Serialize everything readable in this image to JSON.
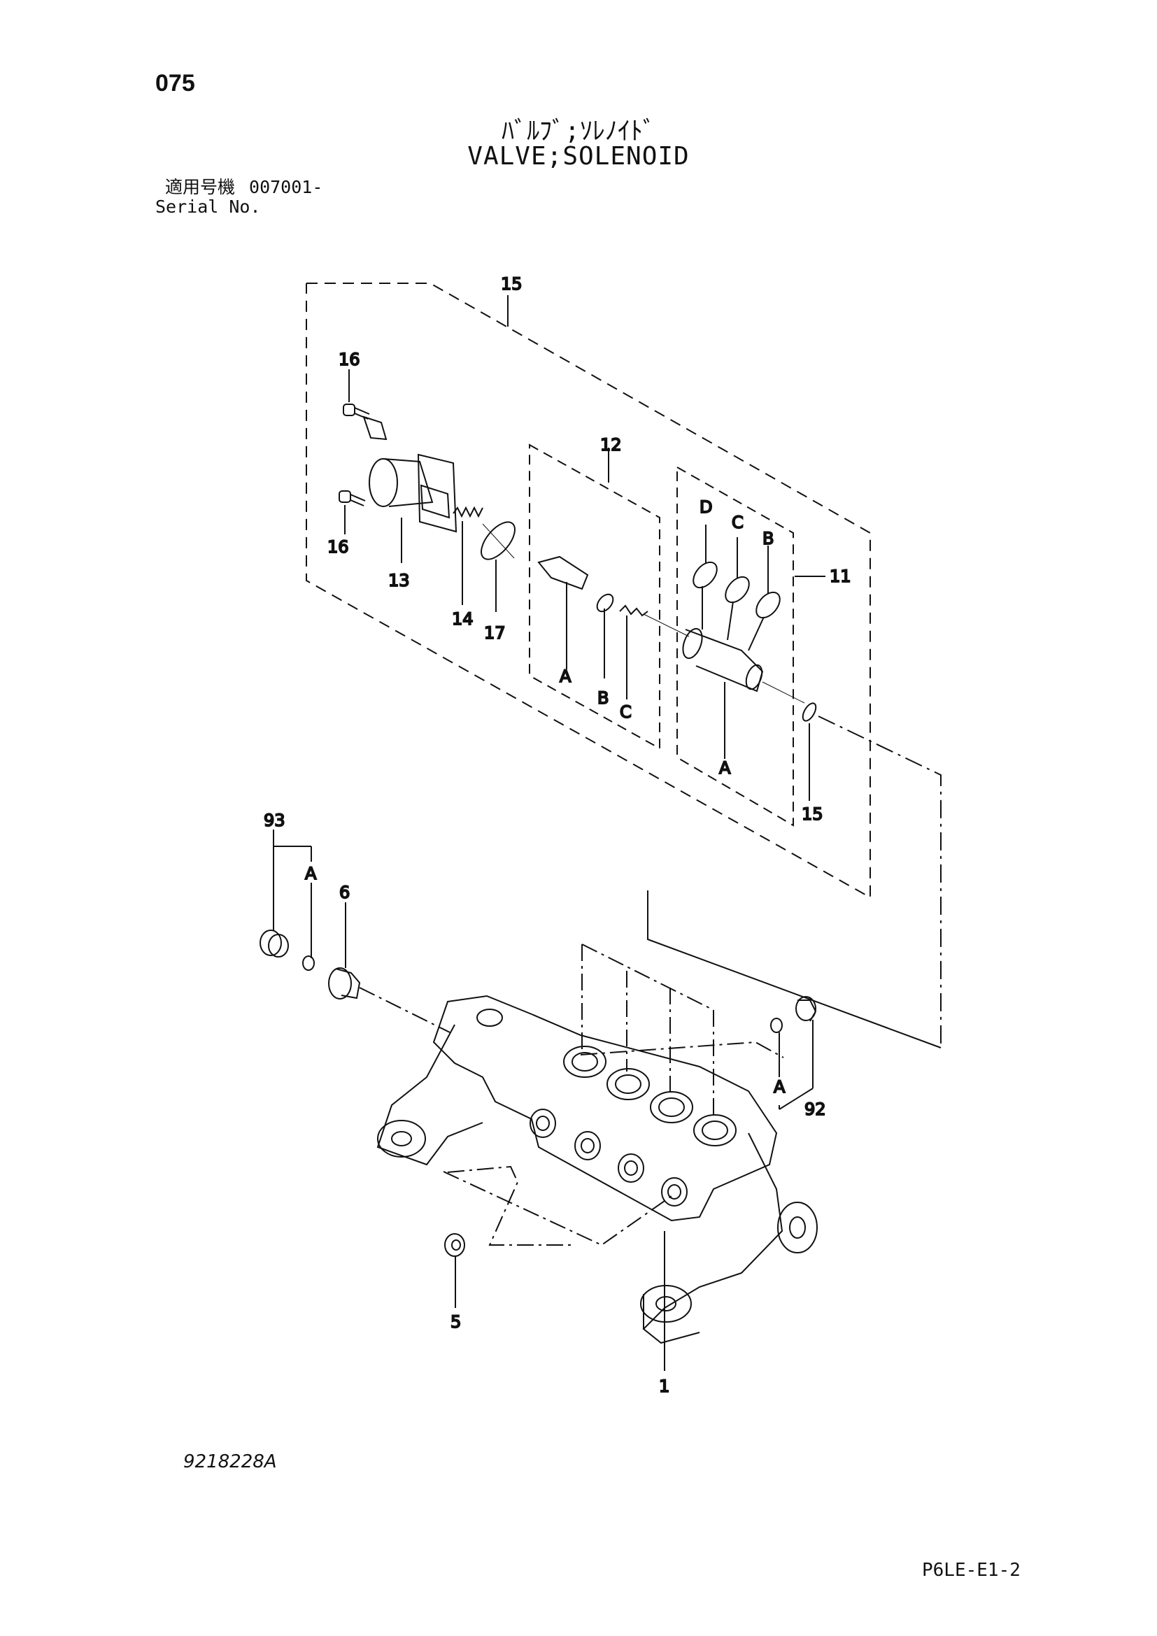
{
  "header": {
    "page_number": "075",
    "title_jp": "ﾊﾞﾙﾌﾞ;ｿﾚﾉｲﾄﾞ",
    "title_en": "VALVE;SOLENOID",
    "serial_label_jp": "適用号機",
    "serial_value": "007001-",
    "serial_label_en": "Serial No."
  },
  "callouts": {
    "p15_top": "15",
    "p16_top": "16",
    "p16_bottom": "16",
    "p13": "13",
    "p14": "14",
    "p17": "17",
    "p12": "12",
    "p12_a": "A",
    "p12_b": "B",
    "p12_c": "C",
    "p11": "11",
    "p11_d": "D",
    "p11_c": "C",
    "p11_b": "B",
    "p11_a": "A",
    "p15_bottom": "15",
    "p93": "93",
    "p93_a": "A",
    "p6": "6",
    "p92": "92",
    "p92_a": "A",
    "p5": "5",
    "p1": "1"
  },
  "footer": {
    "drawing_number": "9218228A",
    "page_code": "P6LE-E1-2"
  }
}
